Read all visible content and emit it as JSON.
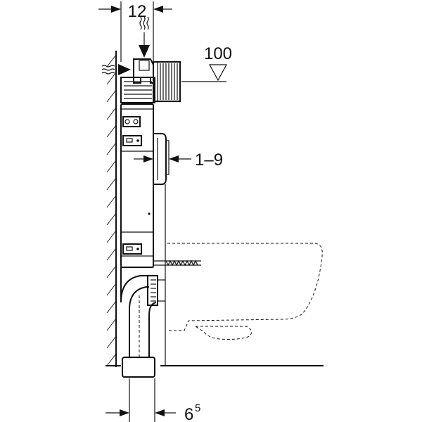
{
  "dimensions": {
    "top_width": "12",
    "height_ref": "100",
    "adjust_range": "1–9",
    "bottom_base": "6",
    "bottom_sup": "5"
  },
  "icons": {
    "water_supply_top": "wavy-water-supply-icon",
    "water_supply_side": "wavy-water-supply-icon",
    "level_marker": "triangle-level-marker-icon"
  }
}
